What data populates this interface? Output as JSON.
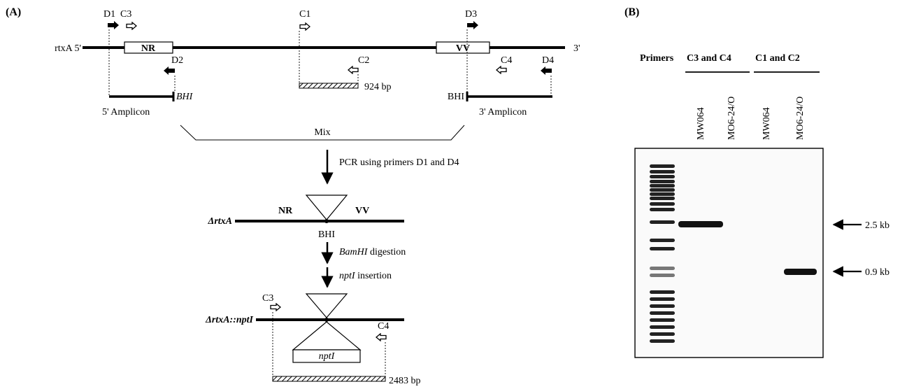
{
  "panelA": {
    "label": "(A)",
    "gene": {
      "five_end": "rtxA 5'",
      "three_end": "3'",
      "domain_nr": "NR",
      "domain_vv": "VV"
    },
    "primers": {
      "d1": "D1",
      "c3": "C3",
      "c1": "C1",
      "d3": "D3",
      "d2": "D2",
      "c2": "C2",
      "c4": "C4",
      "d4": "D4"
    },
    "c_product": "924 bp",
    "amplicon5": {
      "site": "BHI",
      "label": "5' Amplicon"
    },
    "amplicon3": {
      "site": "BHI",
      "label": "3' Amplicon"
    },
    "mix": "Mix",
    "step_pcr": "PCR using primers D1 and D4",
    "deletion": {
      "name": "ΔrtxA",
      "nr": "NR",
      "vv": "VV",
      "site": "BHI"
    },
    "step_digest_enzyme": "BamHI",
    "step_digest_rest": " digestion",
    "step_insert_gene": "nptI",
    "step_insert_rest": " insertion",
    "insertion": {
      "name": "ΔrtxA::nptI",
      "c3": "C3",
      "c4": "C4",
      "cassette": "nptI",
      "product": "2483 bp"
    }
  },
  "panelB": {
    "label": "(B)",
    "primers_label": "Primers",
    "group1": "C3 and C4",
    "group2": "C1 and C2",
    "lanes": [
      "MW064",
      "MO6-24/O",
      "MW064",
      "MO6-24/O"
    ],
    "markers": [
      "2.5 kb",
      "0.9 kb"
    ]
  }
}
